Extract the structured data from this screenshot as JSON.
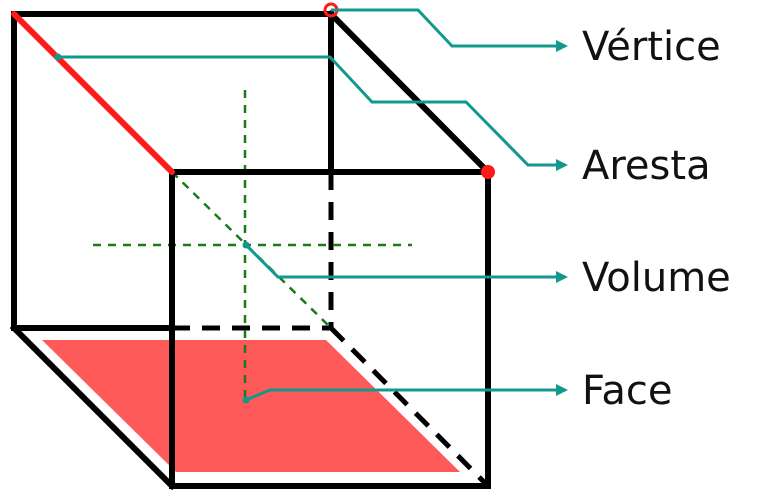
{
  "labels": {
    "vertex": "Vértice",
    "edge": "Aresta",
    "volume": "Volume",
    "face": "Face"
  },
  "colors": {
    "edge_line": "#000000",
    "highlight": "#ff1a1a",
    "face_fill": "#ff5a5a",
    "leader": "#11998e",
    "axis": "#1a7a1a"
  }
}
